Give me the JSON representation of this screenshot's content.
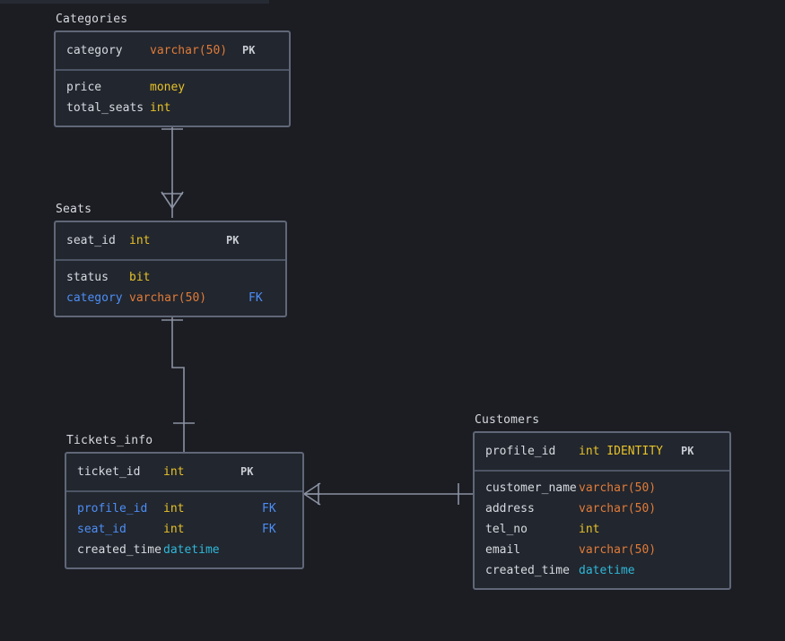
{
  "diagram": {
    "type": "entity-relationship-diagram",
    "background_color": "#1b1d23",
    "box_fill_color": "#22262e",
    "box_border_color": "#606778",
    "connector_color": "#8b92a1",
    "type_colors": {
      "varchar": "#e07b39",
      "int": "#e6c229",
      "money": "#e6c229",
      "bit": "#e6c229",
      "datetime": "#2fb8d9",
      "foreign_key": "#4c8ef7",
      "primary_key": "#c9ccd3"
    }
  },
  "entities": [
    {
      "name": "Categories",
      "pk_rows": [
        {
          "column": "category",
          "type": "varchar(50)",
          "key": "PK"
        }
      ],
      "rows": [
        {
          "column": "price",
          "type": "money",
          "key": ""
        },
        {
          "column": "total_seats",
          "type": "int",
          "key": ""
        }
      ]
    },
    {
      "name": "Seats",
      "pk_rows": [
        {
          "column": "seat_id",
          "type": "int",
          "key": "PK"
        }
      ],
      "rows": [
        {
          "column": "status",
          "type": "bit",
          "key": ""
        },
        {
          "column": "category",
          "type": "varchar(50)",
          "key": "FK"
        }
      ]
    },
    {
      "name": "Tickets_info",
      "pk_rows": [
        {
          "column": "ticket_id",
          "type": "int",
          "key": "PK"
        }
      ],
      "rows": [
        {
          "column": "profile_id",
          "type": "int",
          "key": "FK"
        },
        {
          "column": "seat_id",
          "type": "int",
          "key": "FK"
        },
        {
          "column": "created_time",
          "type": "datetime",
          "key": ""
        }
      ]
    },
    {
      "name": "Customers",
      "pk_rows": [
        {
          "column": "profile_id",
          "type": "int IDENTITY",
          "key": "PK"
        }
      ],
      "rows": [
        {
          "column": "customer_name",
          "type": "varchar(50)",
          "key": ""
        },
        {
          "column": "address",
          "type": "varchar(50)",
          "key": ""
        },
        {
          "column": "tel_no",
          "type": "int",
          "key": ""
        },
        {
          "column": "email",
          "type": "varchar(50)",
          "key": ""
        },
        {
          "column": "created_time",
          "type": "datetime",
          "key": ""
        }
      ]
    }
  ],
  "relationships": [
    {
      "from": "Categories",
      "to": "Seats",
      "from_cardinality": "one",
      "to_cardinality": "many"
    },
    {
      "from": "Seats",
      "to": "Tickets_info",
      "from_cardinality": "one",
      "to_cardinality": "one"
    },
    {
      "from": "Tickets_info",
      "to": "Customers",
      "from_cardinality": "many",
      "to_cardinality": "one"
    }
  ]
}
